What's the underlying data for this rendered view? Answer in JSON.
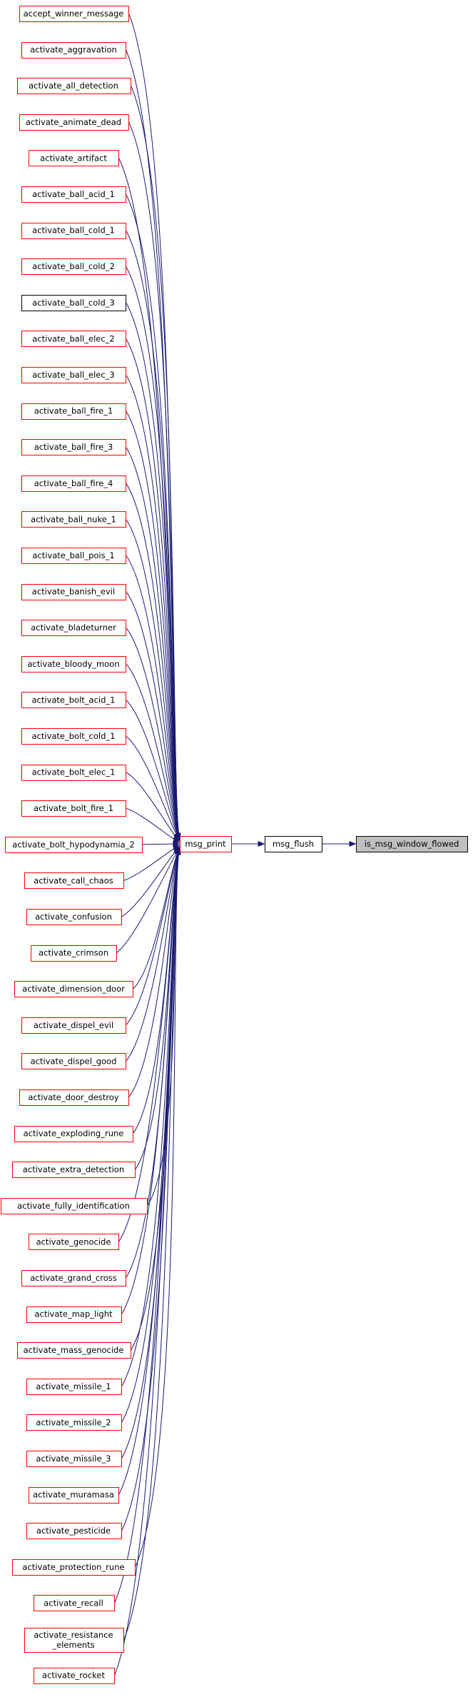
{
  "colors": {
    "caller_border": "#ff0000",
    "plain_border": "#000000",
    "highlight_fill": "#bfbfbf",
    "edge": "#191970"
  },
  "nodes": {
    "root": {
      "label": "is_msg_window_flowed",
      "style": "highlight"
    },
    "flush": {
      "label": "msg_flush",
      "style": "plain"
    },
    "print": {
      "label": "msg_print",
      "style": "caller"
    }
  },
  "callers": [
    {
      "label": "accept_winner_message",
      "style": "caller"
    },
    {
      "label": "activate_aggravation",
      "style": "caller"
    },
    {
      "label": "activate_all_detection",
      "style": "caller"
    },
    {
      "label": "activate_animate_dead",
      "style": "caller"
    },
    {
      "label": "activate_artifact",
      "style": "caller"
    },
    {
      "label": "activate_ball_acid_1",
      "style": "caller"
    },
    {
      "label": "activate_ball_cold_1",
      "style": "caller"
    },
    {
      "label": "activate_ball_cold_2",
      "style": "caller"
    },
    {
      "label": "activate_ball_cold_3",
      "style": "plain"
    },
    {
      "label": "activate_ball_elec_2",
      "style": "caller"
    },
    {
      "label": "activate_ball_elec_3",
      "style": "caller"
    },
    {
      "label": "activate_ball_fire_1",
      "style": "caller"
    },
    {
      "label": "activate_ball_fire_3",
      "style": "caller"
    },
    {
      "label": "activate_ball_fire_4",
      "style": "caller"
    },
    {
      "label": "activate_ball_nuke_1",
      "style": "caller"
    },
    {
      "label": "activate_ball_pois_1",
      "style": "caller"
    },
    {
      "label": "activate_banish_evil",
      "style": "caller"
    },
    {
      "label": "activate_bladeturner",
      "style": "caller"
    },
    {
      "label": "activate_bloody_moon",
      "style": "caller"
    },
    {
      "label": "activate_bolt_acid_1",
      "style": "caller"
    },
    {
      "label": "activate_bolt_cold_1",
      "style": "caller"
    },
    {
      "label": "activate_bolt_elec_1",
      "style": "caller"
    },
    {
      "label": "activate_bolt_fire_1",
      "style": "caller"
    },
    {
      "label": "activate_bolt_hypodynamia_2",
      "style": "caller"
    },
    {
      "label": "activate_call_chaos",
      "style": "caller"
    },
    {
      "label": "activate_confusion",
      "style": "caller"
    },
    {
      "label": "activate_crimson",
      "style": "caller"
    },
    {
      "label": "activate_dimension_door",
      "style": "caller"
    },
    {
      "label": "activate_dispel_evil",
      "style": "caller"
    },
    {
      "label": "activate_dispel_good",
      "style": "caller"
    },
    {
      "label": "activate_door_destroy",
      "style": "caller"
    },
    {
      "label": "activate_exploding_rune",
      "style": "caller"
    },
    {
      "label": "activate_extra_detection",
      "style": "caller"
    },
    {
      "label": "activate_fully_identification",
      "style": "caller"
    },
    {
      "label": "activate_genocide",
      "style": "caller"
    },
    {
      "label": "activate_grand_cross",
      "style": "caller"
    },
    {
      "label": "activate_map_light",
      "style": "caller"
    },
    {
      "label": "activate_mass_genocide",
      "style": "caller"
    },
    {
      "label": "activate_missile_1",
      "style": "caller"
    },
    {
      "label": "activate_missile_2",
      "style": "caller"
    },
    {
      "label": "activate_missile_3",
      "style": "caller"
    },
    {
      "label": "activate_muramasa",
      "style": "caller"
    },
    {
      "label": "activate_pesticide",
      "style": "caller"
    },
    {
      "label": "activate_protection_rune",
      "style": "caller"
    },
    {
      "label": "activate_recall",
      "style": "caller"
    },
    {
      "label": "activate_resistance\n_elements",
      "style": "caller"
    },
    {
      "label": "activate_rocket",
      "style": "caller"
    }
  ]
}
